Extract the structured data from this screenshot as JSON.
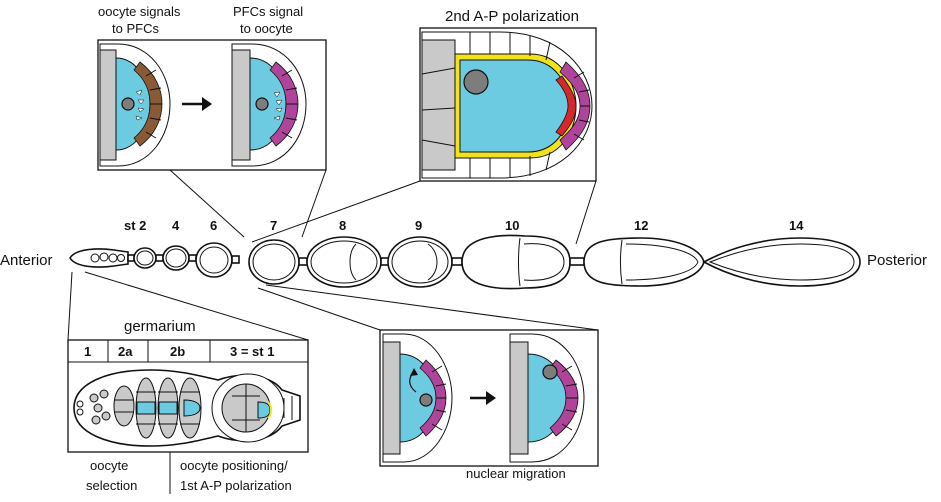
{
  "labels": {
    "anterior": "Anterior",
    "posterior": "Posterior",
    "stages": [
      "st 2",
      "4",
      "6",
      "7",
      "8",
      "9",
      "10",
      "12",
      "14"
    ],
    "inset1_left_line1": "oocyte signals",
    "inset1_left_line2": "to PFCs",
    "inset1_right_line1": "PFCs signal",
    "inset1_right_line2": "to oocyte",
    "inset2_title": "2nd A-P polarization",
    "germarium_title": "germarium",
    "germarium_regions": [
      "1",
      "2a",
      "2b",
      "3 = st 1"
    ],
    "germ_caption_left_line1": "oocyte",
    "germ_caption_left_line2": "selection",
    "germ_caption_right_line1": "oocyte positioning/",
    "germ_caption_right_line2": "1st A-P polarization",
    "inset3_caption": "nuclear migration"
  },
  "colors": {
    "oocyte": "#6ccbe0",
    "nurse_cell": "#c9c9c9",
    "posterior_fc_brown": "#8a5a34",
    "posterior_fc_magenta": "#b0449a",
    "cortex_yellow": "#f2e21c",
    "posterior_red": "#d6282c",
    "nucleus": "#7d7d7d"
  },
  "icons": {
    "arrow": "right-arrow-icon",
    "signal": "white-arrowheads-icon"
  }
}
